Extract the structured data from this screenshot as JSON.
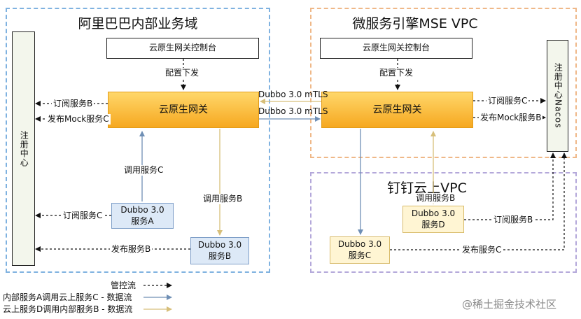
{
  "regions": {
    "alibaba": {
      "title": "阿里巴巴内部业务域",
      "border": "#7fb2e0"
    },
    "mse": {
      "title": "微服务引擎MSE VPC",
      "border": "#efb888"
    },
    "dingtalk": {
      "title": "钉钉云上VPC",
      "border": "#b4a8da"
    }
  },
  "left": {
    "console": "云原生网关控制台",
    "config_label": "配置下发",
    "gateway": "云原生网关",
    "registry": "注册中心",
    "service_a": "Dubbo 3.0\n服务A",
    "service_b": "Dubbo 3.0\n服务B",
    "labels": {
      "subscribe_b": "订阅服务B",
      "publish_mock_c": "发布Mock服务C",
      "call_c": "调用服务C",
      "call_b": "调用服务B",
      "subscribe_c": "订阅服务C",
      "publish_b": "发布服务B"
    }
  },
  "right": {
    "console": "云原生网关控制台",
    "config_label": "配置下发",
    "gateway": "云原生网关",
    "registry": "注册中心Nacos",
    "service_c": "Dubbo 3.0\n服务C",
    "service_d": "Dubbo 3.0\n服务D",
    "labels": {
      "subscribe_c": "订阅服务C",
      "publish_mock_b": "发布Mock服务B",
      "call_b": "调用服务B",
      "subscribe_b": "订阅服务B",
      "publish_c": "发布服务C"
    }
  },
  "links": {
    "mtls_top": "Dubbo 3.0 mTLS",
    "mtls_bottom": "Dubbo 3.0 mTLS"
  },
  "legend": {
    "control": "管控流",
    "flow_ac": "内部服务A调用云上服务C - 数据流",
    "flow_db": "云上服务D调用内部服务B - 数据流"
  },
  "colors": {
    "control": "#111111",
    "flow_ac": "#6f8fb5",
    "flow_db": "#d7bf7a"
  },
  "watermark": "@稀土掘金技术社区"
}
